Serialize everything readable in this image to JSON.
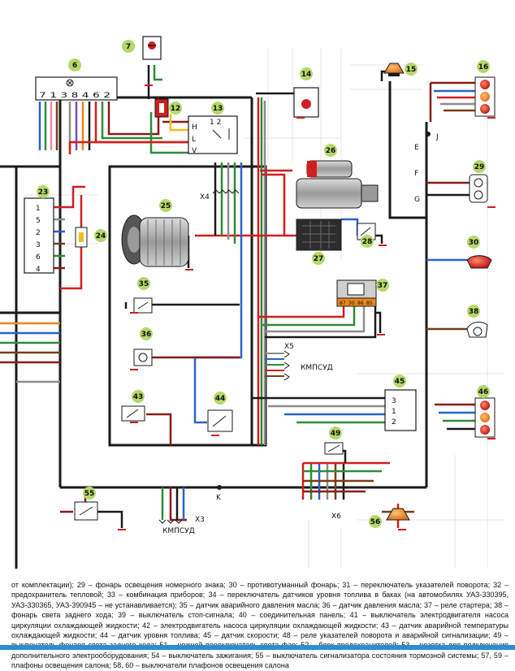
{
  "connector_labels": {
    "x3": "X3",
    "x4": "X4",
    "x5": "X5",
    "x6": "X6",
    "kmpsud_1": "КМПСУД",
    "kmpsud_2": "КМПСУД",
    "j": "J",
    "e": "E",
    "f": "F",
    "g": "G",
    "k": "K",
    "comp6_pins": "7 1 3 8 4 6 2",
    "comp13_pins_top": "1  2",
    "comp13_pin_h": "H",
    "comp13_pin_l": "L",
    "comp13_pin_v": "V",
    "comp23_pins": [
      "1",
      "5",
      "2",
      "3",
      "6",
      "4"
    ],
    "comp37_pins": [
      "87",
      "30",
      "86",
      "85"
    ],
    "comp45_pins": [
      "3",
      "1",
      "2"
    ]
  },
  "components": [
    {
      "id": "6"
    },
    {
      "id": "7"
    },
    {
      "id": "12"
    },
    {
      "id": "13"
    },
    {
      "id": "14"
    },
    {
      "id": "15"
    },
    {
      "id": "16"
    },
    {
      "id": "23"
    },
    {
      "id": "24"
    },
    {
      "id": "25"
    },
    {
      "id": "26"
    },
    {
      "id": "27"
    },
    {
      "id": "28"
    },
    {
      "id": "29"
    },
    {
      "id": "30"
    },
    {
      "id": "35"
    },
    {
      "id": "36"
    },
    {
      "id": "37"
    },
    {
      "id": "38"
    },
    {
      "id": "43"
    },
    {
      "id": "44"
    },
    {
      "id": "45"
    },
    {
      "id": "46"
    },
    {
      "id": "49"
    },
    {
      "id": "55"
    },
    {
      "id": "56"
    }
  ],
  "caption": {
    "text": "от комплектации); 29 – фонарь освещения номерного знака; 30 – противотуманный фонарь; 31 – переключатель указателей поворота; 32 – предохранитель тепловой; 33 – комбинация приборов; 34 – переключатель датчиков уровня топлива в баках (на автомобилях УАЗ-330395, УАЗ-330365, УАЗ-390945 – не устанавливается); 35 – датчик аварийного давления масла; 36 – датчик давления масла; 37 – реле стартера; 38 – фонарь света заднего хода; 39 – выключатель стоп-сигнала; 40 – соединительная панель; 41 – выключатель электродвигателя насоса циркуляции охлаждающей жидкости; 42 – электродвигатель насоса циркуляции охлаждающей жидкости; 43 – датчик аварийной температуры охлаждающей жидкости; 44 – датчик уровня топлива; 45 – датчик скорости; 48 – реле указателей поворота и аварийной сигнализации; 49 – выключатель фонаря света заднего хода; 51 – ножной переключатель света фар; 52 – блок предохранителей; 53 – розетка для подключения дополнительного электрооборудования; 54 – выключатель зажигания; 55 – выключатель сигнализатора состояния тормозной системы; 57, 59 – плафоны освещения салона; 58, 60 – выключатели плафонов освещения салона"
  },
  "colors": {
    "red": "#d21e1e",
    "green": "#2e8b3a",
    "blue": "#2a62c9",
    "brown": "#7a3d16",
    "dark_red": "#8b1a1a",
    "orange": "#e8881c",
    "gray": "#8c8c8c",
    "black": "#1a1a1a",
    "yellow": "#e8c21c",
    "violet": "#7a4fb0",
    "pink": "#e88aa8",
    "accent_blue": "#2a8fd0"
  }
}
